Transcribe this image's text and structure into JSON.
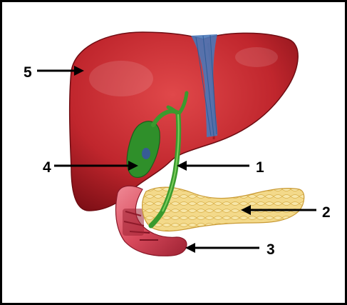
{
  "labels": {
    "one": "1",
    "two": "2",
    "three": "3",
    "four": "4",
    "five": "5"
  },
  "colors": {
    "liver": "#c0262d",
    "liver_dark": "#8e1218",
    "ligament": "#4a78b8",
    "bile_duct": "#3a9a2e",
    "gallbladder": "#2f8f2a",
    "pancreas": "#f0d27a",
    "duodenum": "#d84a5c",
    "arrow": "#000000",
    "border": "#000000"
  },
  "icons": {
    "arrow": "arrow-icon"
  }
}
